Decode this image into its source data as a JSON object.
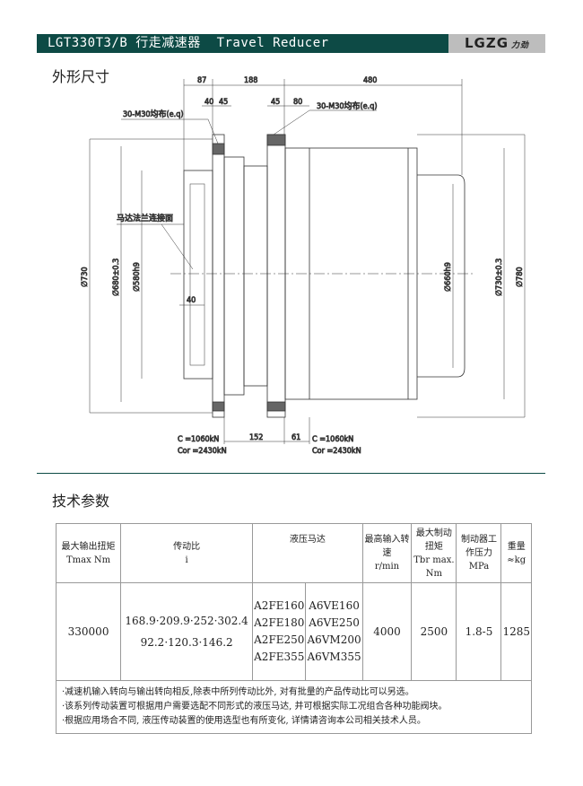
{
  "header": {
    "title": "LGT330T3/B 行走减速器  Travel Reducer",
    "logo": "LGZG",
    "logo_cn": "力劲"
  },
  "section_dimensions": "外形尺寸",
  "drawing": {
    "dims_top": [
      "87",
      "188",
      "480"
    ],
    "dims_second": [
      "40",
      "45",
      "45",
      "80"
    ],
    "bolt_left": "30-M30均布(e.q)",
    "bolt_right": "30-M30均布(e.q)",
    "motor_flange": "马达法兰连接面",
    "dim_40": "40",
    "dia_left": [
      "∅730",
      "∅680±0.3",
      "∅580h9"
    ],
    "dia_right": [
      "∅660h9",
      "∅730±0.3",
      "∅780"
    ],
    "dims_bottom": [
      "152",
      "61"
    ],
    "bearing_left": [
      "C =1060kN",
      "Cor =2430kN"
    ],
    "bearing_right": [
      "C =1060kN",
      "Cor =2430kN"
    ]
  },
  "section_params": "技术参数",
  "table": {
    "headers": [
      [
        "最大输出扭矩",
        "Tmax Nm"
      ],
      [
        "传动比",
        "i"
      ],
      [
        "液压马达",
        ""
      ],
      [
        "最高输入转速",
        "r/min"
      ],
      [
        "最大制动扭矩",
        "Tbr max. Nm"
      ],
      [
        "制动器工作压力",
        "MPa"
      ],
      [
        "重量",
        "≈kg"
      ]
    ],
    "row": {
      "torque": "330000",
      "ratio1": "168.9·209.9·252·302.4",
      "ratio2": "92.2·120.3·146.2",
      "motors_a": [
        "A2FE160",
        "A2FE180",
        "A2FE250",
        "A2FE355"
      ],
      "motors_b": [
        "A6VE160",
        "A6VE250",
        "A6VM200",
        "A6VM355"
      ],
      "speed": "4000",
      "brake_torque": "2500",
      "pressure": "1.8-5",
      "weight": "1285"
    },
    "notes": [
      "·减速机输入转向与输出转向相反,除表中所列传动比外, 对有批量的产品传动比可以另选。",
      "·该系列传动装置可根据用户需要选配不同形式的液压马达, 并可根据实际工况组合各种功能阀块。",
      "·根据应用场合不同, 液压传动装置的使用选型也有所变化, 详情请咨询本公司相关技术人员。"
    ]
  }
}
